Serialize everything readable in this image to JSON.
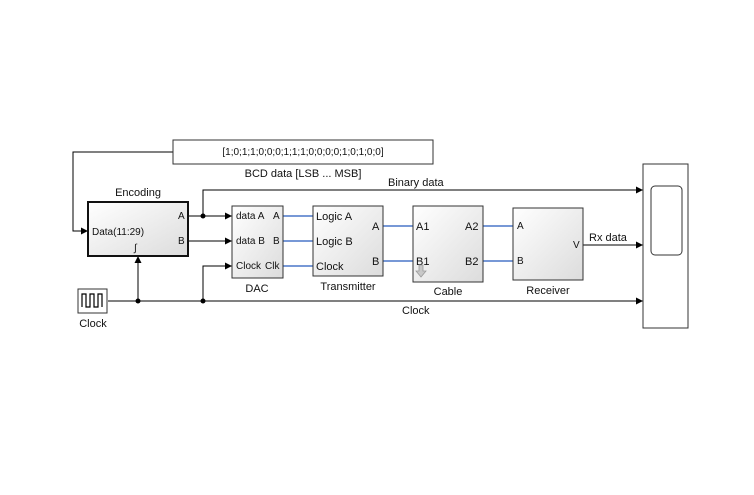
{
  "constant_block": {
    "value": "[1;0;1;1;0;0;0;1;1;1;0;0;0;0;1;0;1;0;0]",
    "caption": "BCD data [LSB ... MSB]"
  },
  "encoding_block": {
    "title": "Encoding",
    "input_port": "Data(11:29)",
    "out_a": "A",
    "out_b": "B",
    "trigger_glyph": "∫"
  },
  "dac_block": {
    "name": "DAC",
    "in_a": "data A",
    "in_b": "data B",
    "in_clock": "Clock",
    "out_a": "A",
    "out_b": "B",
    "out_clk": "Clk"
  },
  "transmitter_block": {
    "name": "Transmitter",
    "in_a": "Logic A",
    "in_b": "Logic B",
    "in_clock": "Clock",
    "out_a": "A",
    "out_b": "B"
  },
  "cable_block": {
    "name": "Cable",
    "a1": "A1",
    "b1": "B1",
    "a2": "A2",
    "b2": "B2"
  },
  "receiver_block": {
    "name": "Receiver",
    "in_a": "A",
    "in_b": "B",
    "out_v": "V"
  },
  "clock_block": {
    "name": "Clock"
  },
  "signals": {
    "binary_data": "Binary data",
    "rx_data": "Rx data",
    "clock": "Clock"
  },
  "colors": {
    "physical_connection": "#4a76c8",
    "signal_line": "#000000",
    "block_fill": "#f2f2f2"
  }
}
